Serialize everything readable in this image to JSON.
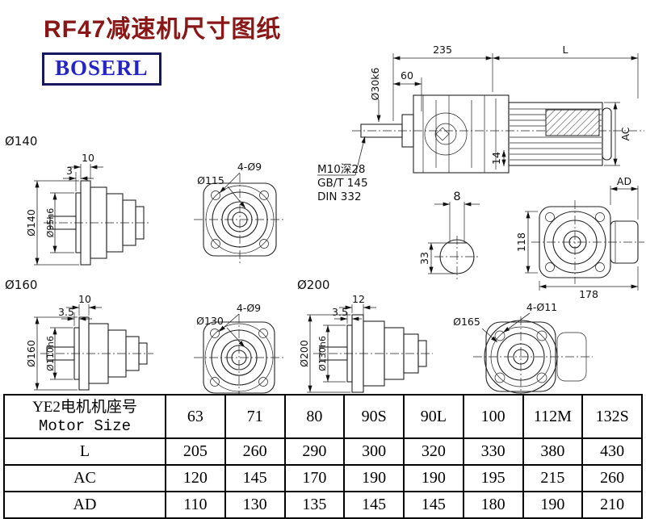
{
  "header": {
    "title": "RF47减速机尺寸图纸",
    "logo": "BOSERL"
  },
  "assembly": {
    "dim_235": "235",
    "dim_L": "L",
    "dim_60": "60",
    "dim_shaft_dia": "Ø30k6",
    "dim_AC": "AC",
    "dim_14": "14",
    "note_thread": "M10深28",
    "note_gb": "GB/T 145",
    "note_din": "DIN 332"
  },
  "shaft_section": {
    "dim_key_width": "8",
    "dim_height": "33"
  },
  "rear_view": {
    "dim_AD": "AD",
    "dim_118": "118",
    "dim_178": "178"
  },
  "flange140_side": {
    "label": "Ø140",
    "dim_flange_thk": "10",
    "dim_spigot": "3",
    "dim_od": "Ø140",
    "dim_pilot": "Ø95h6"
  },
  "flange115_front": {
    "holes": "4-Ø9",
    "bcd": "Ø115"
  },
  "flange160_side": {
    "label": "Ø160",
    "dim_flange_thk": "10",
    "dim_spigot": "3.5",
    "dim_od": "Ø160",
    "dim_pilot": "Ø110h6"
  },
  "flange130_front": {
    "holes": "4-Ø9",
    "bcd": "Ø130"
  },
  "flange200_side": {
    "label": "Ø200",
    "dim_flange_thk": "12",
    "dim_spigot": "3.5",
    "dim_od": "Ø200",
    "dim_pilot": "Ø130h6"
  },
  "flange165_front": {
    "holes": "4-Ø11",
    "bcd": "Ø165"
  },
  "table": {
    "header": {
      "label_cn": "YE2电机机座号",
      "label_en": "Motor Size",
      "sizes": [
        "63",
        "71",
        "80",
        "90S",
        "90L",
        "100",
        "112M",
        "132S"
      ]
    },
    "rows": [
      {
        "label": "L",
        "values": [
          "205",
          "260",
          "290",
          "300",
          "320",
          "330",
          "380",
          "430"
        ]
      },
      {
        "label": "AC",
        "values": [
          "120",
          "145",
          "170",
          "190",
          "190",
          "195",
          "215",
          "260"
        ]
      },
      {
        "label": "AD",
        "values": [
          "110",
          "130",
          "135",
          "145",
          "145",
          "180",
          "190",
          "210"
        ]
      }
    ]
  }
}
